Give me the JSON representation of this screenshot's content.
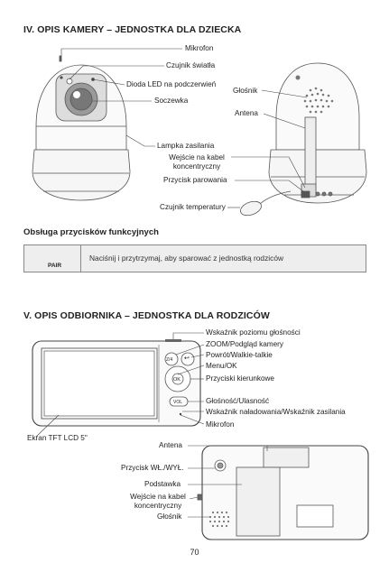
{
  "camera_section": {
    "title": "IV. OPIS KAMERY – JEDNOSTKA DLA DZIECKA",
    "labels": {
      "microphone": "Mikrofon",
      "light_sensor": "Czujnik światła",
      "led_night": "Dioda LED na podczerwień",
      "lens": "Soczewka",
      "power_lamp": "Lampka zasilania",
      "speaker": "Głośnik",
      "antenna": "Antena",
      "coax_input_line1": "Wejście na kabel",
      "coax_input_line2": "koncentryczny",
      "pair_button": "Przycisk parowania",
      "temp_sensor": "Czujnik temperatury"
    }
  },
  "controls": {
    "title": "Obsługa przycisków funkcyjnych",
    "rows": [
      {
        "icon": "pair-button-icon",
        "icon_label": "PAIR",
        "description": "Naciśnij i przytrzymaj, aby sparować z jednostką rodziców"
      }
    ]
  },
  "receiver_section": {
    "title": "V. OPIS ODBIORNIKA – JEDNOSTKA DLA RODZICÓW",
    "labels": {
      "volume_indicator": "Wskaźnik poziomu głośności",
      "zoom": "ZOOM/Podgląd kamery",
      "back_talk": "Powrót/Walkie-talkie",
      "menu_ok": "Menu/OK",
      "direction": "Przyciski kierunkowe",
      "volume_mute": "Głośność/Ulasność",
      "charge_power": "Wskaźnik naładowania/Wskaźnik zasilania",
      "microphone": "Mikrofon",
      "screen": "Ekran TFT LCD 5\"",
      "antenna": "Antena",
      "power_button": "Przycisk WŁ./WYŁ.",
      "stand": "Podstawka",
      "coax_input_line1": "Wejście na kabel",
      "coax_input_line2": "koncentryczny",
      "speaker": "Głośnik"
    },
    "button_glyphs": {
      "zoom_btn": "Z/4",
      "back_btn": "↩",
      "ok_btn": "OK",
      "vol_btn": "VOL"
    }
  },
  "footer": {
    "page_number": "70"
  }
}
